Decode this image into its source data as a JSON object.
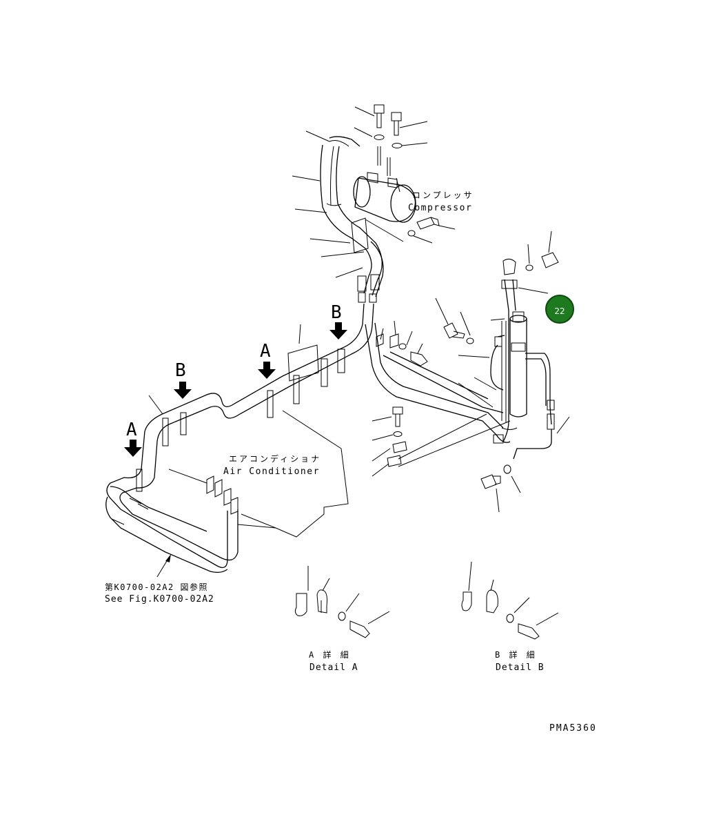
{
  "diagram": {
    "compressor_label_jp": "コンプレッサ",
    "compressor_label_en": "Compressor",
    "aircon_label_jp": "エアコンディショナ",
    "aircon_label_en": "Air Conditioner",
    "see_fig_jp": "第K0700-02A2 図参照",
    "see_fig_en": "See Fig.K0700-02A2",
    "detail_a_jp": "A 詳 細",
    "detail_a_en": "Detail A",
    "detail_b_jp": "B 詳 細",
    "detail_b_en": "Detail B",
    "view_markers": [
      "A",
      "B",
      "A",
      "B"
    ],
    "callout_badge": "22",
    "drawing_number": "PMA5360"
  },
  "colors": {
    "line": "#000000",
    "background": "#ffffff",
    "badge_fill": "#1e7a1e",
    "badge_text": "#ffffff"
  }
}
